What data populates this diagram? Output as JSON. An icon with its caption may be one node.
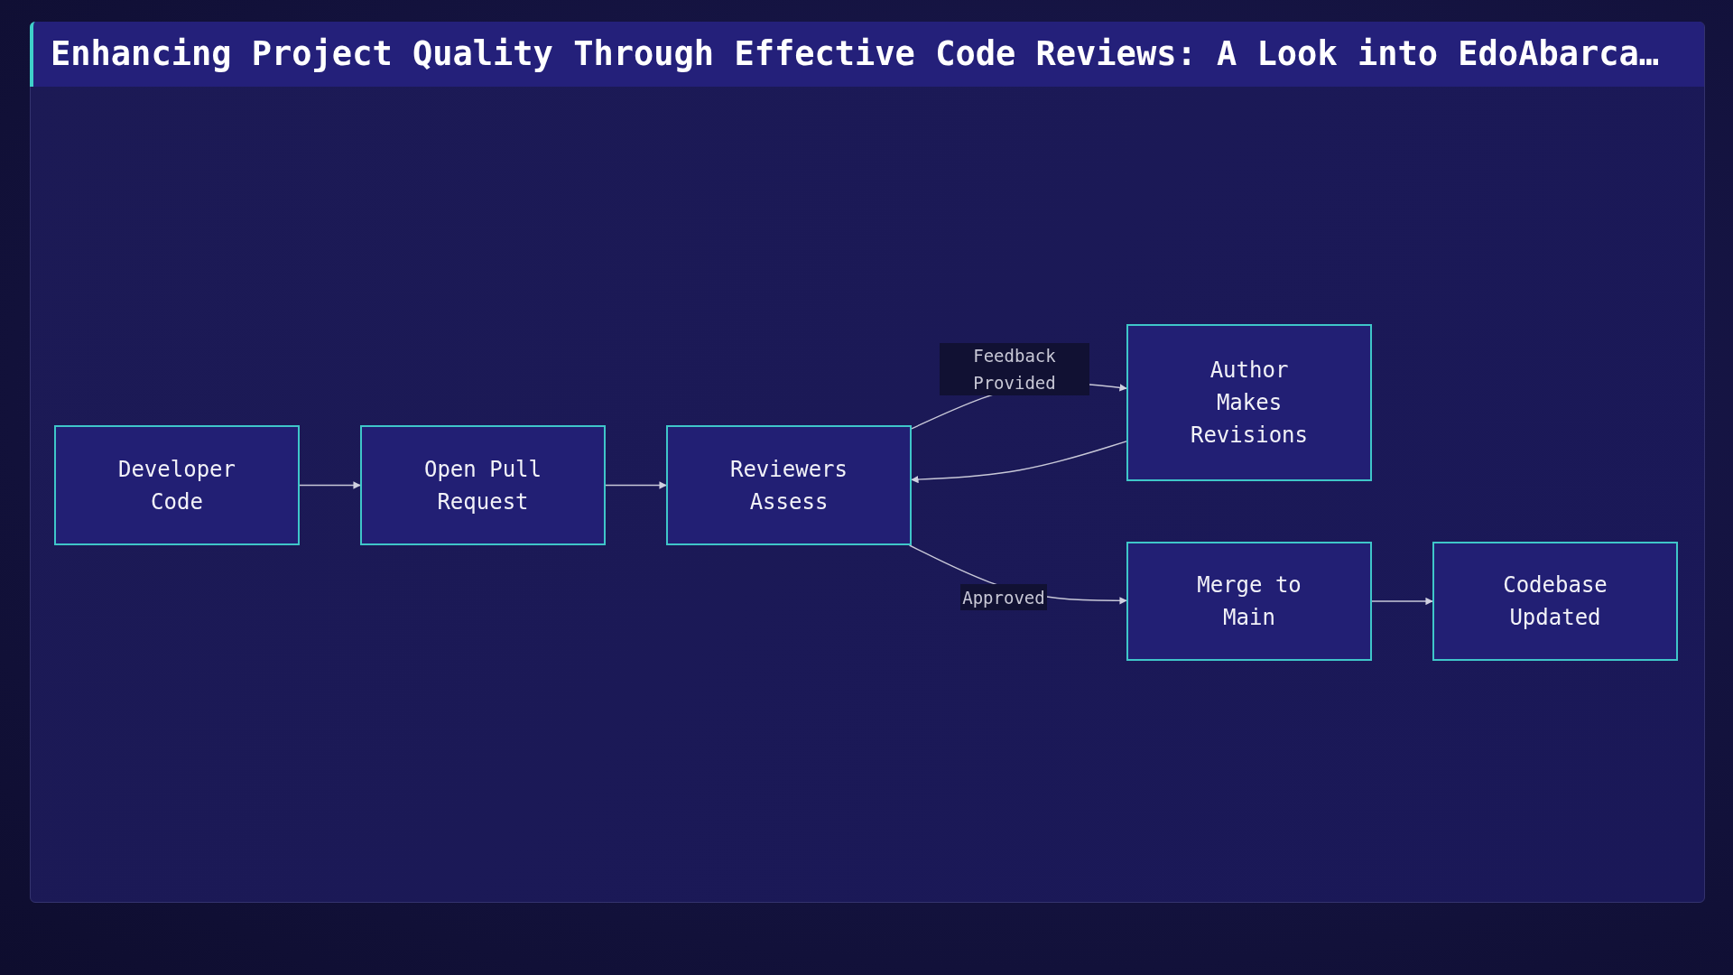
{
  "diagram": {
    "title": "Enhancing Project Quality Through Effective Code Reviews: A Look into EdoAbarca…",
    "nodes": [
      {
        "text": [
          "Developer Code"
        ]
      },
      {
        "text": [
          "Open Pull Request"
        ]
      },
      {
        "text": [
          "Reviewers Assess"
        ]
      },
      {
        "text": [
          "Author Makes Revisions"
        ]
      },
      {
        "text": [
          "Merge to Main"
        ]
      },
      {
        "text": [
          "Codebase Updated"
        ]
      }
    ],
    "edges": [
      {
        "from": 0,
        "to": 1,
        "arrow": "to"
      },
      {
        "from": 1,
        "to": 2,
        "arrow": "to"
      },
      {
        "from": 2,
        "to": 3,
        "arrow": "to",
        "label": "Feedback Provided"
      },
      {
        "from": 3,
        "to": 2,
        "arrow": "to"
      },
      {
        "from": 2,
        "to": 4,
        "arrow": "to",
        "label": "Approved"
      },
      {
        "from": 4,
        "to": 5,
        "arrow": "to"
      }
    ]
  }
}
